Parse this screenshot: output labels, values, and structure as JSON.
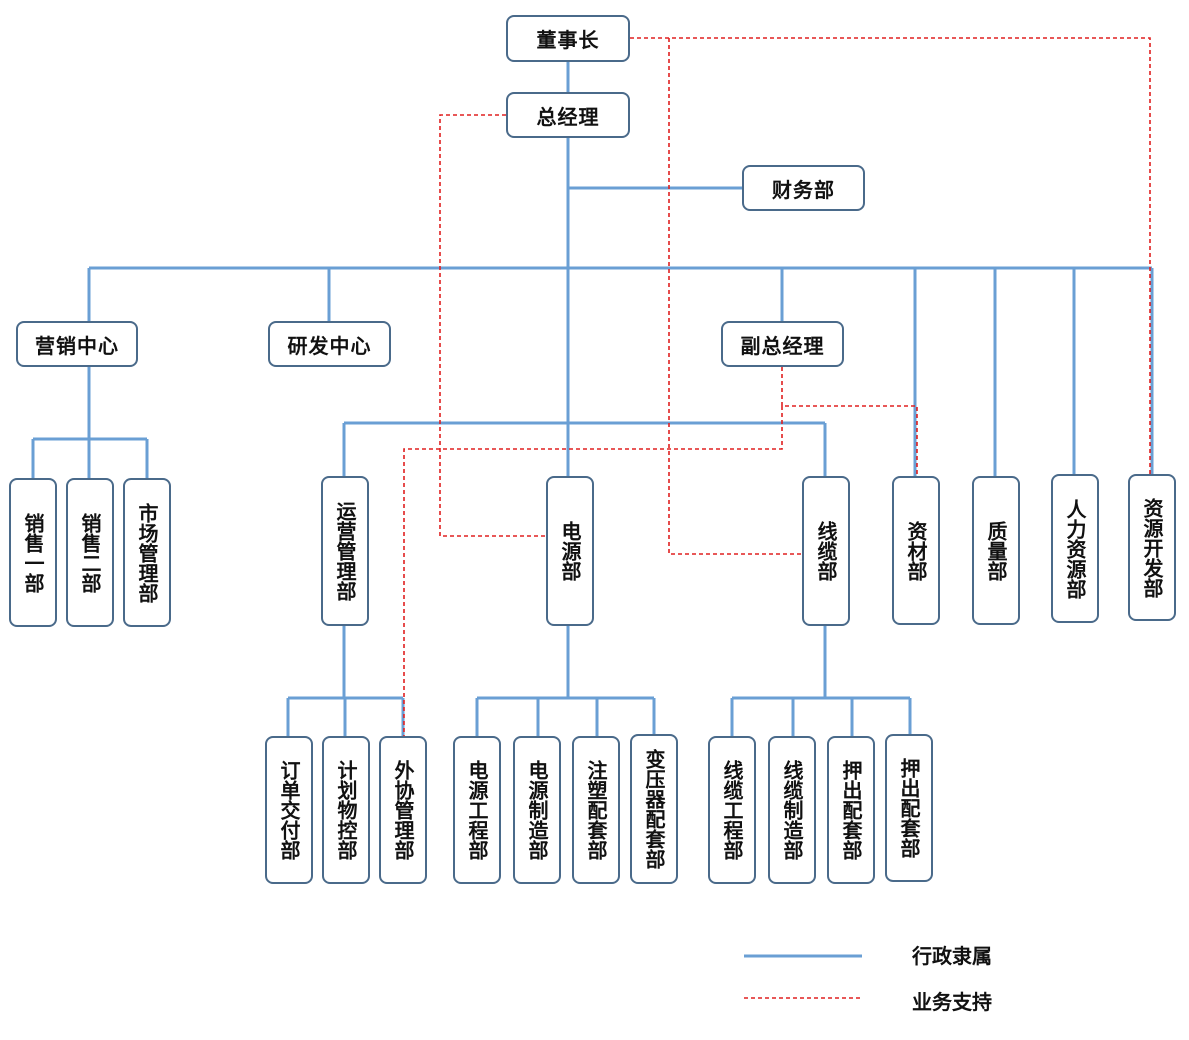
{
  "nodes": {
    "chairman": "董事长",
    "gm": "总经理",
    "finance": "财务部",
    "marketing_center": "营销中心",
    "rd_center": "研发中心",
    "deputy_gm": "副总经理",
    "sales1": "销售一部",
    "sales2": "销售二部",
    "market_mgmt": "市场管理部",
    "ops_mgmt": "运营管理部",
    "power_dept": "电源部",
    "cable_dept": "线缆部",
    "materials": "资材部",
    "quality": "质量部",
    "hr": "人力资源部",
    "resource_dev": "资源开发部",
    "order_delivery": "订单交付部",
    "planning": "计划物控部",
    "outsourcing": "外协管理部",
    "power_eng": "电源工程部",
    "power_mfg": "电源制造部",
    "injection": "注塑配套部",
    "transformer": "变压器配套部",
    "cable_eng": "线缆工程部",
    "cable_mfg": "线缆制造部",
    "extrusion1": "押出配套部",
    "extrusion2": "押出配套部"
  },
  "legend": {
    "solid_label": "行政隶属",
    "dashed_label": "业务支持"
  },
  "colors": {
    "solid_line": "#6a9fd4",
    "dashed_line": "#e02020",
    "node_border": "#4a6a8a"
  }
}
